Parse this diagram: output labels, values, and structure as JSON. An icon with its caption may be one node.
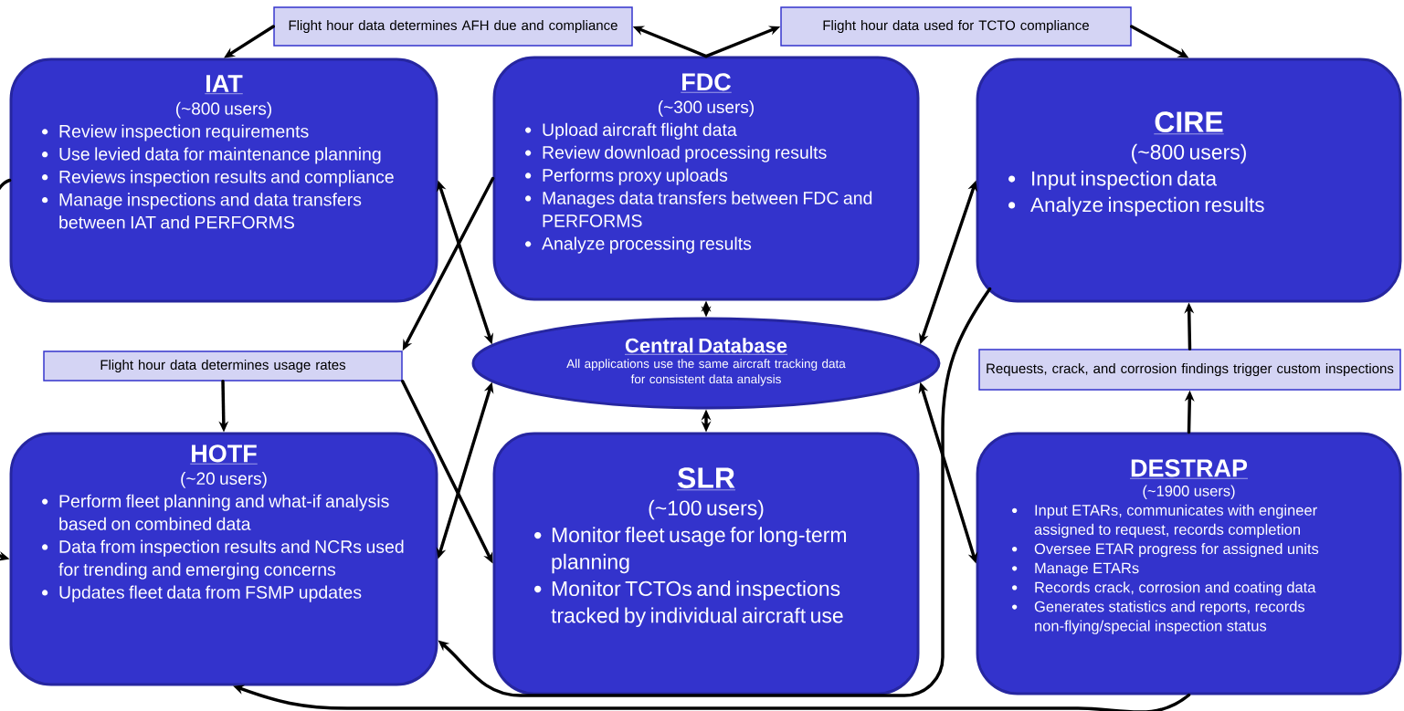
{
  "diagram": {
    "nodes": [
      {
        "text": [
          "Flight hour data determines AFH due and compliance"
        ]
      },
      {
        "text": [
          "Flight hour data used for TCTO compliance"
        ]
      },
      {
        "text": [
          "IAT",
          "(~800 users)",
          "Review inspection requirements",
          "Use levied data for maintenance planning",
          "Reviews inspection results and compliance",
          "Manage inspections and data transfers between IAT and PERFORMS"
        ]
      },
      {
        "text": [
          "FDC",
          "(~300 users)",
          "Upload aircraft flight data",
          "Review download processing results",
          "Performs proxy uploads",
          "Manages data transfers between FDC and PERFORMS",
          "Analyze processing results"
        ]
      },
      {
        "text": [
          "CIRE",
          "(~800 users)",
          "Input inspection data",
          "Analyze inspection results"
        ]
      },
      {
        "text": [
          "Flight hour data determines usage rates"
        ]
      },
      {
        "text": [
          "Central Database",
          "All applications use the same aircraft tracking data for consistent data analysis"
        ]
      },
      {
        "text": [
          "Requests, crack, and corrosion findings trigger custom inspections"
        ]
      },
      {
        "text": [
          "HOTF",
          "(~20 users)",
          "Perform fleet planning and what-if analysis based on combined data",
          "Data from inspection results and NCRs used for trending and emerging concerns",
          "Updates fleet data from FSMP updates"
        ]
      },
      {
        "text": [
          "SLR",
          "(~100 users)",
          "Monitor fleet usage for long-term planning",
          "Monitor TCTOs and inspections tracked by individual aircraft use"
        ]
      },
      {
        "text": [
          "DESTRAP",
          "(~1900 users)",
          "Input ETARs, communicates with engineer assigned to request, records completion",
          "Oversee ETAR progress for assigned units",
          "Manage ETARs",
          "Records crack, corrosion and coating data",
          "Generates statistics and reports, records non-flying/special inspection status"
        ]
      }
    ],
    "edges": [
      {
        "from": 3,
        "to": 0,
        "arrow": "to"
      },
      {
        "from": 0,
        "to": 2,
        "arrow": "to"
      },
      {
        "from": 3,
        "to": 1,
        "arrow": "to"
      },
      {
        "from": 1,
        "to": 4,
        "arrow": "to"
      },
      {
        "from": 3,
        "to": 5,
        "arrow": "to"
      },
      {
        "from": 5,
        "to": 8,
        "arrow": "to"
      },
      {
        "from": 5,
        "to": 9,
        "arrow": "to"
      },
      {
        "from": 2,
        "to": 6,
        "arrow": "both"
      },
      {
        "from": 8,
        "to": 6,
        "arrow": "both"
      },
      {
        "from": 3,
        "to": 6,
        "arrow": "both"
      },
      {
        "from": 6,
        "to": 9,
        "arrow": "both"
      },
      {
        "from": 4,
        "to": 6,
        "arrow": "both"
      },
      {
        "from": 6,
        "to": 10,
        "arrow": "both"
      },
      {
        "from": 10,
        "to": 7,
        "arrow": "to"
      },
      {
        "from": 7,
        "to": 4,
        "arrow": "to"
      },
      {
        "from": 2,
        "to": 8,
        "arrow": "to"
      },
      {
        "from": 4,
        "to": 8,
        "arrow": "to"
      },
      {
        "from": 10,
        "to": 8,
        "arrow": "to"
      }
    ]
  }
}
